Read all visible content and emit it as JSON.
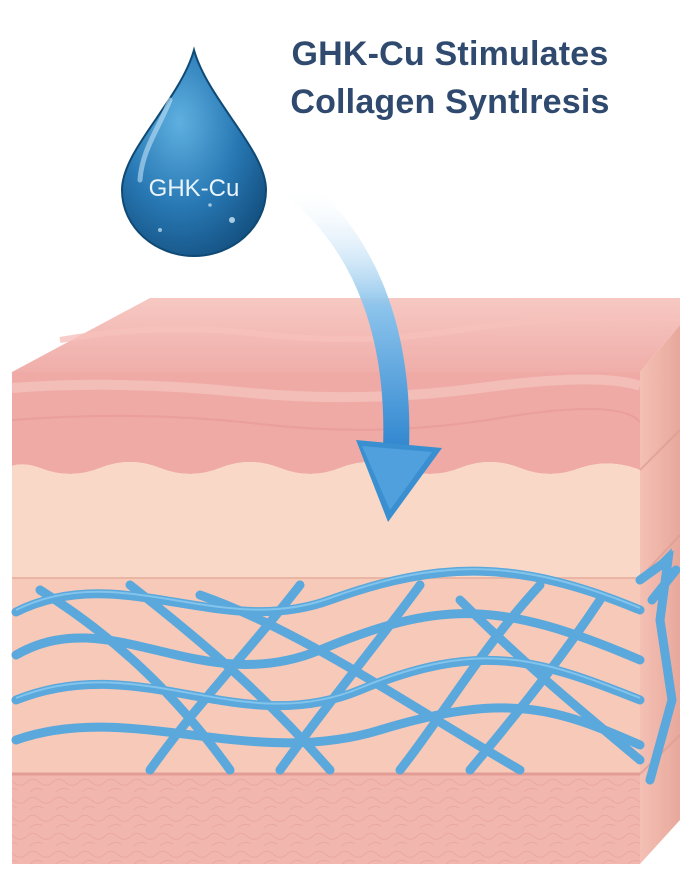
{
  "title": {
    "line1": "GHK-Cu Stimulates",
    "line2": "Collagen Syntlresis"
  },
  "droplet": {
    "label": "GHK-Cu",
    "icon": "water-droplet-icon",
    "color": "#1f6fa3"
  },
  "colors": {
    "title": "#2f4a6e",
    "epidermis": "#f1b3b0",
    "dermis": "#f8d4c4",
    "collagen_fibers": "#5aa8dc",
    "arrow": "#3a8fd0"
  }
}
